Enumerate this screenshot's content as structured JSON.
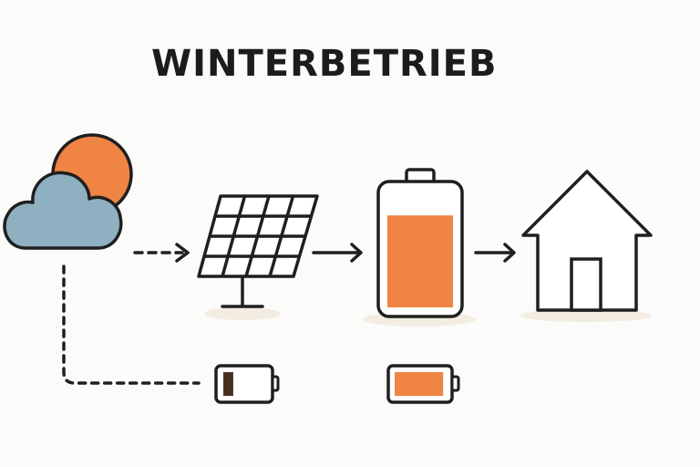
{
  "title": "WINTERBETRIEB",
  "colors": {
    "stroke": "#1f1f1f",
    "sun": "#ef8444",
    "cloud": "#8fb0c0",
    "battery_fill": "#ef8444",
    "battery_low_fill": "#4a2e22",
    "shadow": "#f3ece1"
  },
  "icons": [
    "cloud-sun-icon",
    "solar-panel-icon",
    "battery-icon",
    "house-icon",
    "low-battery-icon",
    "charged-battery-icon"
  ],
  "main_battery_level": 0.8,
  "low_battery_level": 0.15,
  "small_battery_level": 0.95
}
